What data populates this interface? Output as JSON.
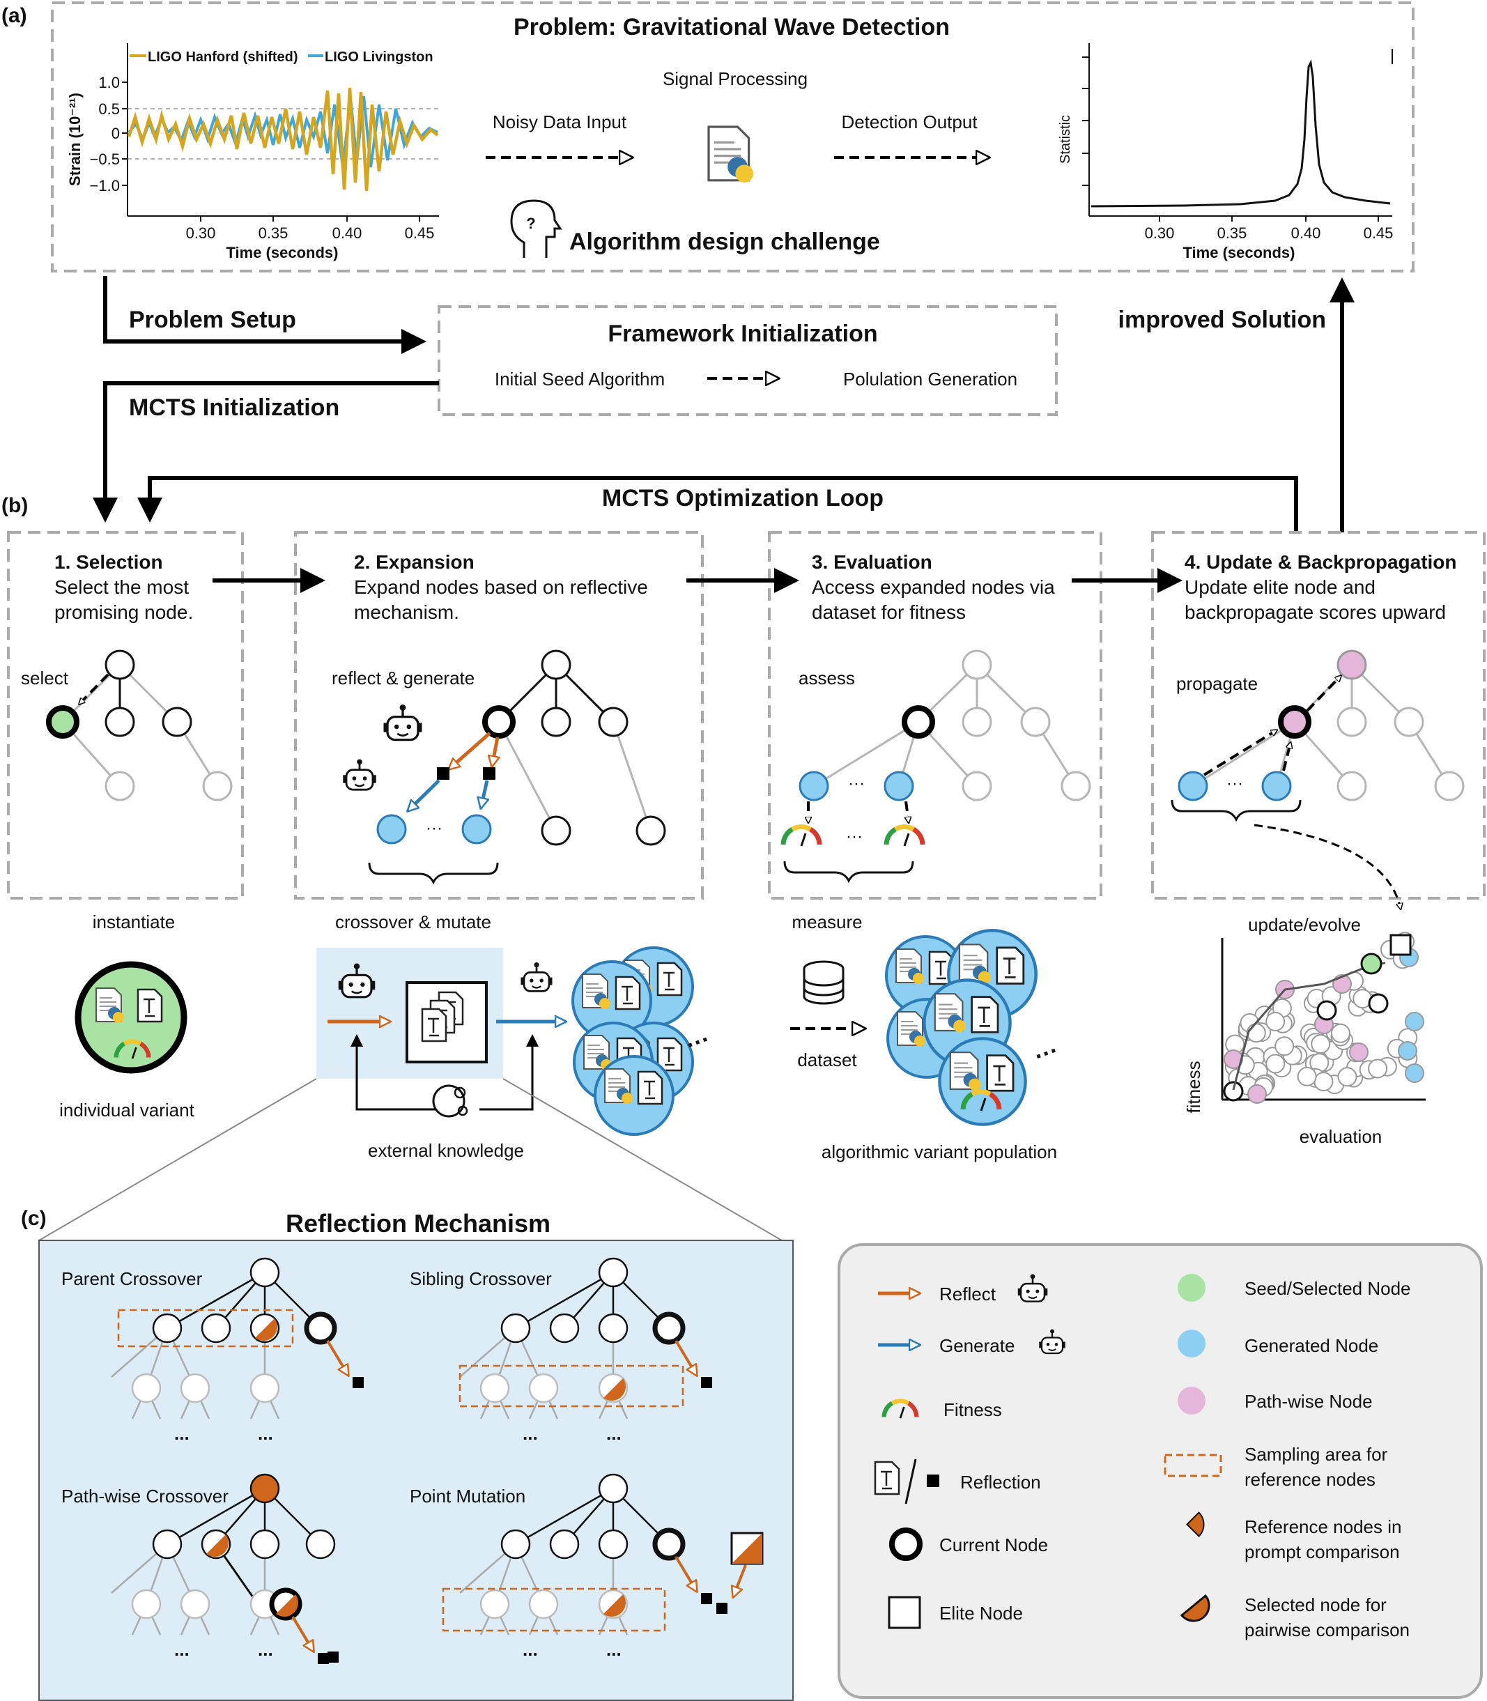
{
  "panel_a": {
    "label": "(a)",
    "title": "Problem: Gravitational Wave Detection",
    "signal_processing": "Signal Processing",
    "noisy_input": "Noisy Data Input",
    "detection_output": "Detection Output",
    "challenge": "Algorithm design challenge",
    "strain_plot": {
      "legend": [
        "LIGO Hanford (shifted)",
        "LIGO Livingston"
      ],
      "ylabel": "Strain (10⁻²¹)",
      "xlabel": "Time (seconds)",
      "yticks": [
        "1.0",
        "0.5",
        "0",
        "−0.5",
        "−1.0"
      ],
      "xticks": [
        "0.30",
        "0.35",
        "0.40",
        "0.45"
      ]
    },
    "stat_plot": {
      "ylabel": "Statistic",
      "xlabel": "Time (seconds)",
      "xticks": [
        "0.30",
        "0.35",
        "0.40",
        "0.45"
      ]
    }
  },
  "flow": {
    "problem_setup": "Problem Setup",
    "mcts_init": "MCTS Initialization",
    "improved": "improved Solution",
    "framework_title": "Framework Initialization",
    "seed": "Initial Seed Algorithm",
    "population": "Polulation Generation",
    "loop": "MCTS Optimization Loop"
  },
  "panel_b": {
    "label": "(b)",
    "steps": [
      {
        "title": "1. Selection",
        "line1": "Select the most",
        "line2": "promising node.",
        "action": "select",
        "below": "instantiate"
      },
      {
        "title": "2. Expansion",
        "line1": "Expand nodes based on reflective",
        "line2": "mechanism.",
        "action": "reflect & generate",
        "below": "crossover & mutate"
      },
      {
        "title": "3. Evaluation",
        "line1": "Access expanded nodes via",
        "line2": "dataset for fitness",
        "action": "assess",
        "below": "measure"
      },
      {
        "title": "4. Update & Backpropagation",
        "line1": "Update elite node and",
        "line2": "backpropagate scores upward",
        "action": "propagate",
        "below": "update/evolve"
      }
    ],
    "dots": "···",
    "individual_variant": "individual variant",
    "external_knowledge": "external knowledge",
    "dataset": "dataset",
    "population_label": "algorithmic variant population",
    "scatter_ylabel": "fitness",
    "scatter_xlabel": "evaluation"
  },
  "panel_c": {
    "label": "(c)",
    "title": "Reflection Mechanism",
    "subs": [
      "Parent Crossover",
      "Sibling Crossover",
      "Path-wise Crossover",
      "Point Mutation"
    ]
  },
  "legend": {
    "reflect": "Reflect",
    "generate": "Generate",
    "fitness": "Fitness",
    "reflection": "Reflection",
    "current": "Current Node",
    "elite": "Elite Node",
    "seed": "Seed/Selected Node",
    "generated": "Generated Node",
    "pathwise": "Path-wise Node",
    "sampling_1": "Sampling area for",
    "sampling_2": "reference nodes",
    "reference_1": "Reference nodes in",
    "reference_2": "prompt comparison",
    "selected_1": "Selected node for",
    "selected_2": "pairwise comparison"
  },
  "colors": {
    "orange": "#d0651c",
    "blue": "#2b7bb9",
    "light_blue": "#8ccff2",
    "green": "#a8e3a4",
    "pink": "#e3b6da",
    "gold": "#d6a51e",
    "panel_bg": "#dcedf7",
    "legend_bg": "#efefef"
  }
}
